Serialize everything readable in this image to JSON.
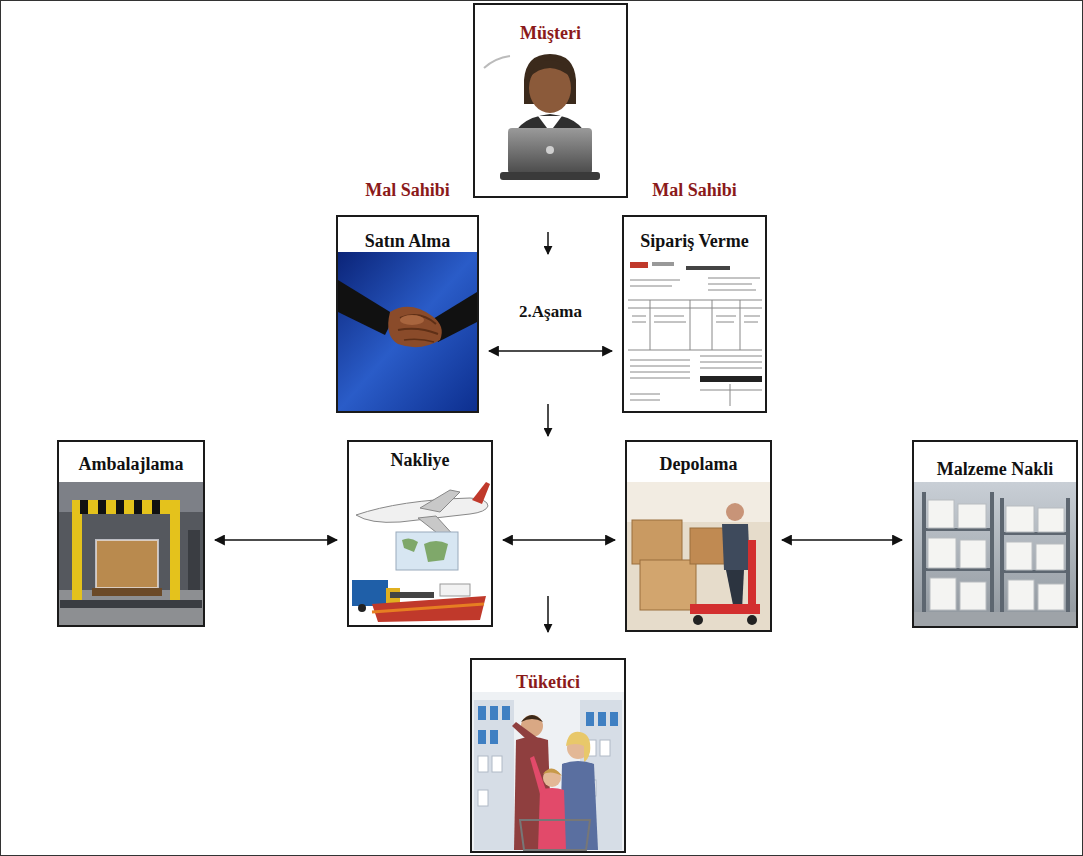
{
  "diagram": {
    "nodes": [
      {
        "text": [
          "Müşteri"
        ]
      },
      {
        "text": [
          "Mal Sahibi",
          "Satın Alma"
        ]
      },
      {
        "text": [
          "Mal Sahibi",
          "Sipariş Verme"
        ]
      },
      {
        "text": [
          "Ambalajlama"
        ]
      },
      {
        "text": [
          "Nakliye"
        ]
      },
      {
        "text": [
          "Depolama"
        ]
      },
      {
        "text": [
          "Malzeme Nakli"
        ]
      },
      {
        "text": [
          "Tüketici"
        ]
      }
    ],
    "edges": [
      {
        "from": 1,
        "to": 2,
        "arrow": "both",
        "label": "2.Aşama"
      },
      {
        "from": 3,
        "to": 4,
        "arrow": "both"
      },
      {
        "from": 4,
        "to": 5,
        "arrow": "both"
      },
      {
        "from": 5,
        "to": 6,
        "arrow": "both"
      }
    ]
  }
}
